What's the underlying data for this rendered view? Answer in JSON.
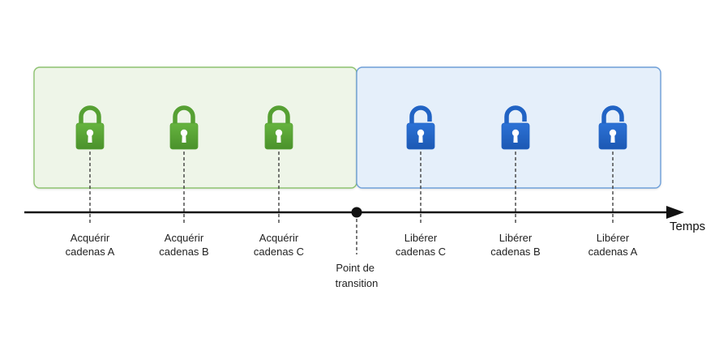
{
  "phases": {
    "acquire": {
      "fill": "#eef5e8",
      "stroke": "#8dc26f",
      "lock_color": "#56a033",
      "lock_state": "locked"
    },
    "release": {
      "fill": "#e5effa",
      "stroke": "#6e9fd8",
      "lock_color": "#2163c4",
      "lock_state": "unlocked"
    }
  },
  "axis": {
    "label": "Temps",
    "color": "#111111"
  },
  "steps": [
    {
      "phase": "acquire",
      "line1": "Acquérir",
      "line2": "cadenas A"
    },
    {
      "phase": "acquire",
      "line1": "Acquérir",
      "line2": "cadenas B"
    },
    {
      "phase": "acquire",
      "line1": "Acquérir",
      "line2": "cadenas C"
    },
    {
      "phase": "release",
      "line1": "Libérer",
      "line2": "cadenas C"
    },
    {
      "phase": "release",
      "line1": "Libérer",
      "line2": "cadenas B"
    },
    {
      "phase": "release",
      "line1": "Libérer",
      "line2": "cadenas A"
    }
  ],
  "transition": {
    "line1": "Point de",
    "line2": "transition"
  }
}
